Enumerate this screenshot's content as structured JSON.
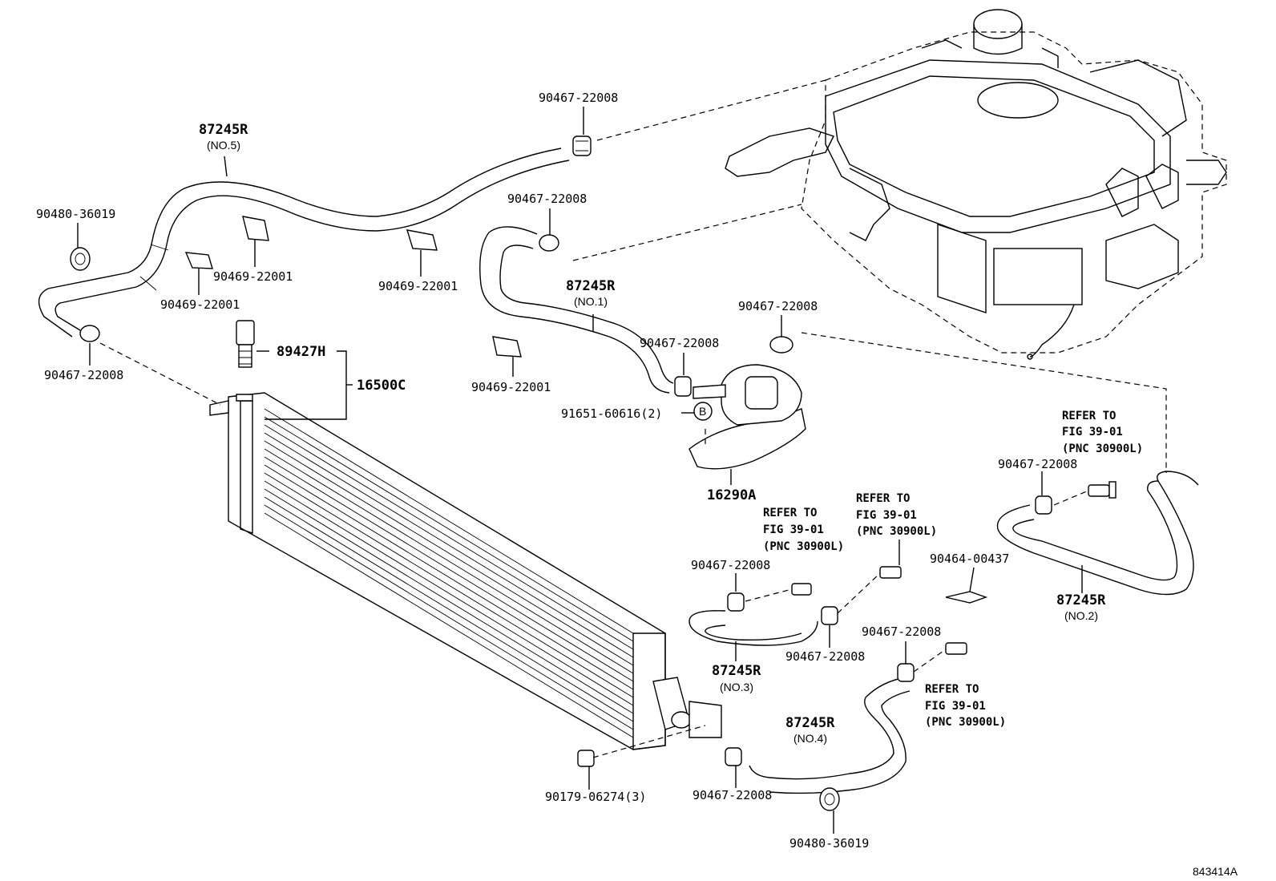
{
  "labels": {
    "clamp_top": "90467-22008",
    "hose_no5": "87245R",
    "hose_no5_sub": "(NO.5)",
    "plug_left": "90480-36019",
    "clip_a": "90469-22001",
    "clip_b": "90469-22001",
    "clip_c": "90469-22001",
    "clip_d": "90469-22001",
    "clamp_mid": "90467-22008",
    "clamp_left": "90467-22008",
    "hose_no1": "87245R",
    "hose_no1_sub": "(NO.1)",
    "clamp_pump_top": "90467-22008",
    "clamp_pump_left": "90467-22008",
    "sensor": "89427H",
    "radiator": "16500C",
    "bolt_pump": "91651-60616(2)",
    "pump_marker": "B",
    "pump": "16290A",
    "ref1_a": "REFER TO",
    "ref1_b": "FIG 39-01",
    "ref1_c": "(PNC 30900L)",
    "ref2_a": "REFER TO",
    "ref2_b": "FIG 39-01",
    "ref2_c": "(PNC 30900L)",
    "ref3_a": "REFER TO",
    "ref3_b": "FIG 39-01",
    "ref3_c": "(PNC 30900L)",
    "ref4_a": "REFER TO",
    "ref4_b": "FIG 39-01",
    "ref4_c": "(PNC 30900L)",
    "clamp_no2": "90467-22008",
    "clamp_no3_left": "90467-22008",
    "clamp_no3_right": "90467-22008",
    "clip_90464": "90464-00437",
    "hose_no2": "87245R",
    "hose_no2_sub": "(NO.2)",
    "hose_no3": "87245R",
    "hose_no3_sub": "(NO.3)",
    "clamp_no4_top": "90467-22008",
    "hose_no4": "87245R",
    "hose_no4_sub": "(NO.4)",
    "nut": "90179-06274(3)",
    "clamp_no4_bottom": "90467-22008",
    "plug_bottom": "90480-36019",
    "figure_id": "843414A"
  }
}
